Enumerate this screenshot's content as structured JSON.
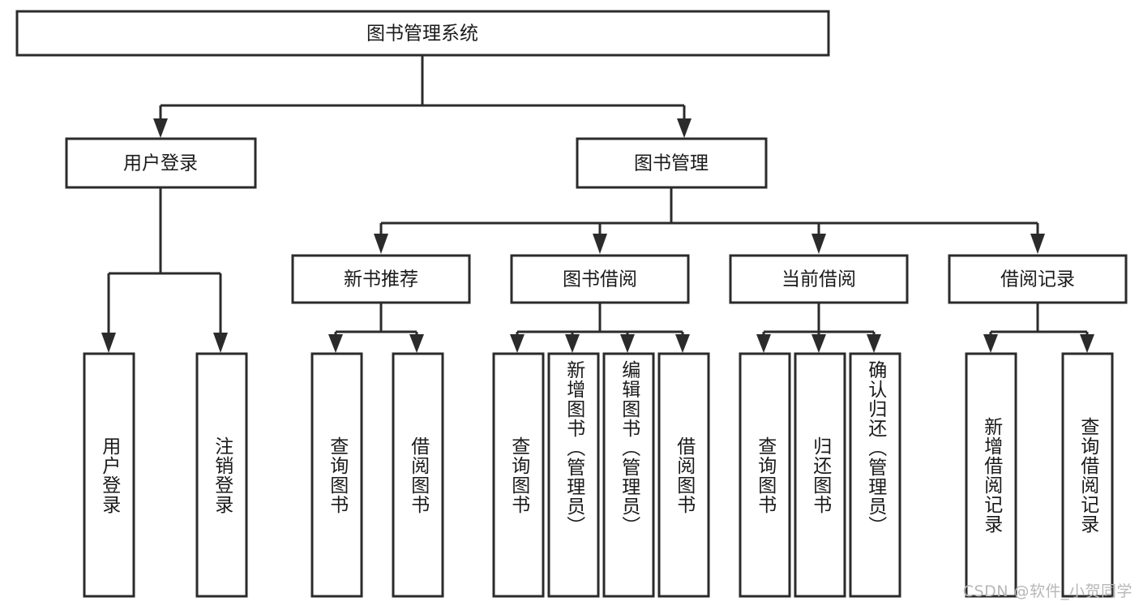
{
  "diagram": {
    "type": "tree",
    "title": "图书管理系统",
    "orientation": "top-down",
    "edge_style": "orthogonal-arrow",
    "colors": {
      "box_stroke": "#2b2b2b",
      "box_fill": "#ffffff",
      "text": "#1a1a1a",
      "background": "#ffffff",
      "watermark": "#b7b7b7"
    },
    "root": {
      "label": "图书管理系统"
    },
    "level2": [
      {
        "id": "user-login",
        "label": "用户登录"
      },
      {
        "id": "book-manage",
        "label": "图书管理"
      }
    ],
    "level3": [
      {
        "id": "new-book-recommend",
        "label": "新书推荐",
        "parent": "book-manage"
      },
      {
        "id": "book-borrow",
        "label": "图书借阅",
        "parent": "book-manage"
      },
      {
        "id": "current-borrow",
        "label": "当前借阅",
        "parent": "book-manage"
      },
      {
        "id": "borrow-record",
        "label": "借阅记录",
        "parent": "book-manage"
      }
    ],
    "leaves": [
      {
        "id": "leaf-user-login",
        "label": "用户登录",
        "parent": "user-login"
      },
      {
        "id": "leaf-user-logout",
        "label": "注销登录",
        "parent": "user-login"
      },
      {
        "id": "leaf-query-book-1",
        "label": "查询图书",
        "parent": "new-book-recommend"
      },
      {
        "id": "leaf-borrow-book-1",
        "label": "借阅图书",
        "parent": "new-book-recommend"
      },
      {
        "id": "leaf-query-book-2",
        "label": "查询图书",
        "parent": "book-borrow"
      },
      {
        "id": "leaf-add-book",
        "label": "新增图书（管理员）",
        "parent": "book-borrow"
      },
      {
        "id": "leaf-edit-book",
        "label": "编辑图书（管理员）",
        "parent": "book-borrow"
      },
      {
        "id": "leaf-borrow-book-2",
        "label": "借阅图书",
        "parent": "book-borrow"
      },
      {
        "id": "leaf-query-book-3",
        "label": "查询图书",
        "parent": "current-borrow"
      },
      {
        "id": "leaf-return-book",
        "label": "归还图书",
        "parent": "current-borrow"
      },
      {
        "id": "leaf-confirm-return",
        "label": "确认归还（管理员）",
        "parent": "current-borrow"
      },
      {
        "id": "leaf-add-record",
        "label": "新增借阅记录",
        "parent": "borrow-record"
      },
      {
        "id": "leaf-query-record",
        "label": "查询借阅记录",
        "parent": "borrow-record"
      }
    ]
  },
  "watermark": {
    "text": "CSDN @软件_小贺同学"
  }
}
